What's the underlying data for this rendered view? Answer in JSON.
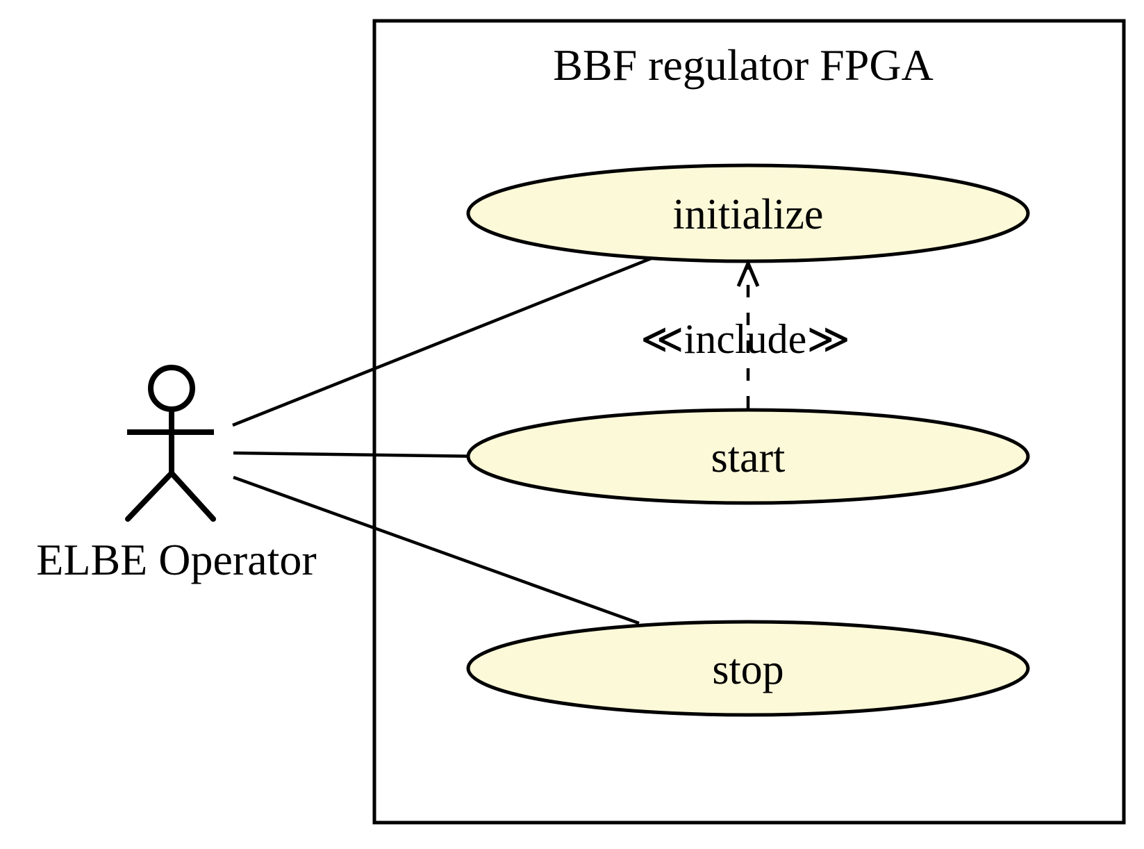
{
  "diagram": {
    "type": "uml-use-case-diagram",
    "system": {
      "name": "BBF regulator FPGA"
    },
    "actor": {
      "name": "ELBE Operator"
    },
    "use_cases": [
      {
        "id": "initialize",
        "label": "initialize"
      },
      {
        "id": "start",
        "label": "start"
      },
      {
        "id": "stop",
        "label": "stop"
      }
    ],
    "associations": [
      {
        "from": "ELBE Operator",
        "to": "initialize"
      },
      {
        "from": "ELBE Operator",
        "to": "start"
      },
      {
        "from": "ELBE Operator",
        "to": "stop"
      }
    ],
    "dependencies": [
      {
        "from": "start",
        "to": "initialize",
        "stereotype": "≪include≫",
        "line_style": "dashed-open-arrow"
      }
    ],
    "colors": {
      "use_case_fill": "#FCF9D8",
      "stroke": "#000000",
      "background": "#FFFFFF"
    }
  }
}
